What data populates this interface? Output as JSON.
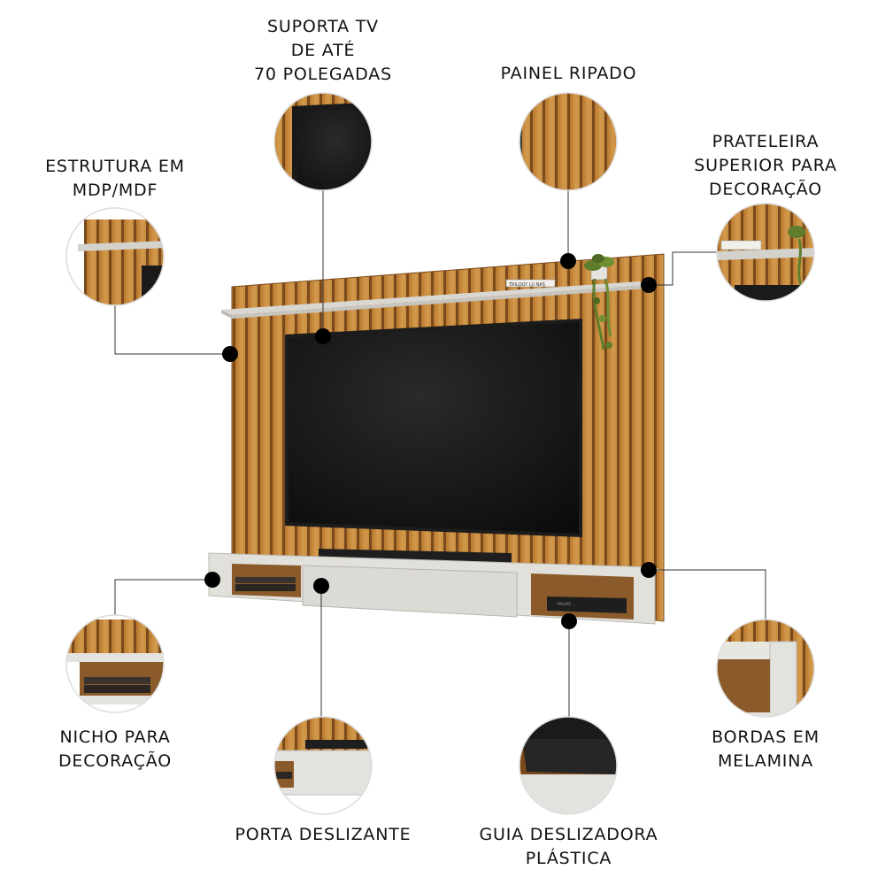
{
  "labels": {
    "suporta_tv": [
      "SUPORTA TV",
      "DE ATÉ",
      "70 POLEGADAS"
    ],
    "painel_ripado": [
      "PAINEL RIPADO"
    ],
    "estrutura": [
      "ESTRUTURA EM",
      "MDP/MDF"
    ],
    "prateleira": [
      "PRATELEIRA",
      "SUPERIOR PARA",
      "DECORAÇÃO"
    ],
    "nicho": [
      "NICHO PARA",
      "DECORAÇÃO"
    ],
    "porta": [
      "PORTA DESLIZANTE"
    ],
    "guia": [
      "GUIA DESLIZADORA",
      "PLÁSTICA"
    ],
    "bordas": [
      "BORDAS EM",
      "MELAMINA"
    ]
  },
  "book_spine_text": "TRILOGY  LU  NAS",
  "receiver_brand_text": "PHILIPS",
  "colors": {
    "wood": "#c98a3a",
    "wood_dark": "#8a5420",
    "white_panel": "#e4e2de",
    "tv_screen": "#141414",
    "marker": "#000000",
    "text": "#111111"
  }
}
